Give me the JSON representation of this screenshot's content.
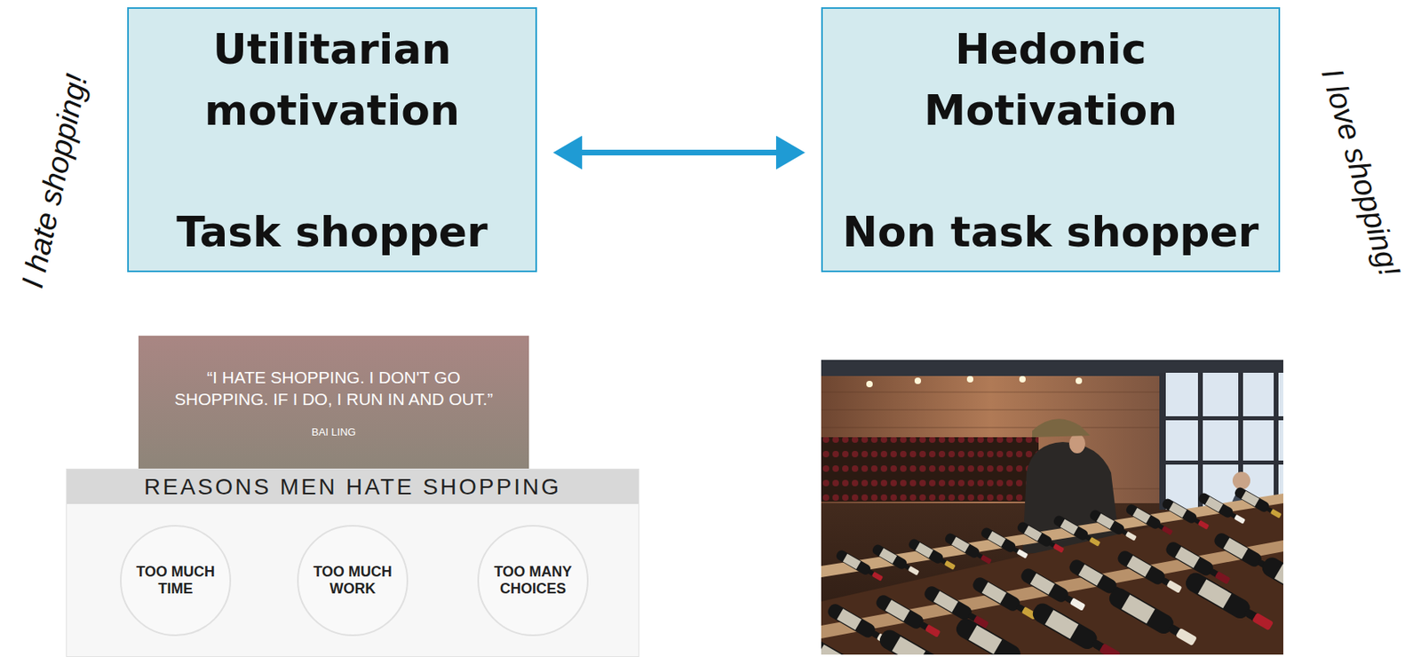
{
  "diagram": {
    "nodes": [
      {
        "text": [
          "Utilitarian motivation",
          "Task shopper"
        ]
      },
      {
        "text": [
          "Hedonic Motivation",
          "Non task shopper"
        ]
      },
      {
        "text": [
          "“I HATE SHOPPING. I DON'T GO SHOPPING. IF I DO, I RUN IN AND OUT.”",
          "BAI LING"
        ]
      },
      {
        "text": [
          "REASONS MEN HATE SHOPPING"
        ]
      },
      {
        "text": [
          "TOO MUCH TIME"
        ],
        "in": 3
      },
      {
        "text": [
          "TOO MUCH WORK"
        ],
        "in": 3
      },
      {
        "text": [
          "TOO MANY CHOICES"
        ],
        "in": 3
      }
    ],
    "edges": [
      {
        "from": 0,
        "to": 1,
        "arrow": "both"
      }
    ],
    "labels": [
      "I hate shopping!",
      "I love shopping!"
    ]
  }
}
